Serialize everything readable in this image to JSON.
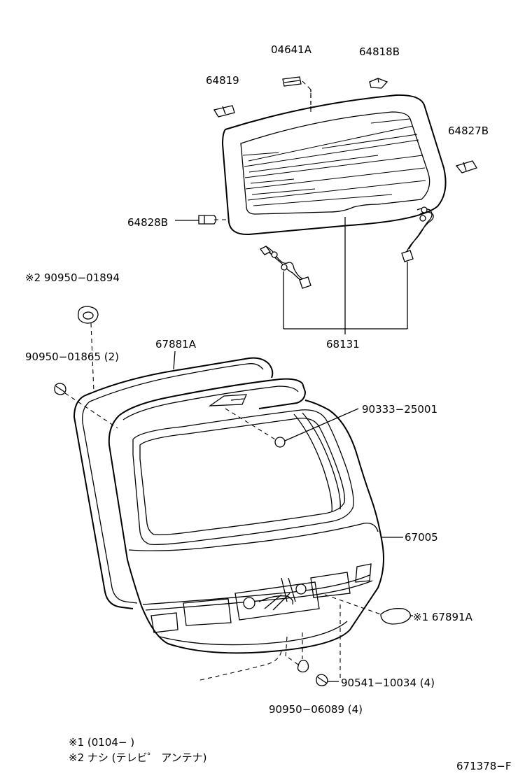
{
  "labels": {
    "p04641A": "04641A",
    "p64818B": "64818B",
    "p64819": "64819",
    "p64827B": "64827B",
    "p64828B": "64828B",
    "p90950_01894": "※2  90950−01894",
    "p67881A": "67881A",
    "p68131": "68131",
    "p90950_01865": "90950−01865 (2)",
    "p90333_25001": "90333−25001",
    "p67005": "67005",
    "p67891A": "※1  67891A",
    "p90541_10034": "90541−10034 (4)",
    "p90950_06089": "90950−06089 (4)"
  },
  "footnotes": {
    "note1": "※1  (0104−          )",
    "note2": "※2  ナシ (テレビ゜  アンテナ)"
  },
  "diagram_id": "671378−F"
}
